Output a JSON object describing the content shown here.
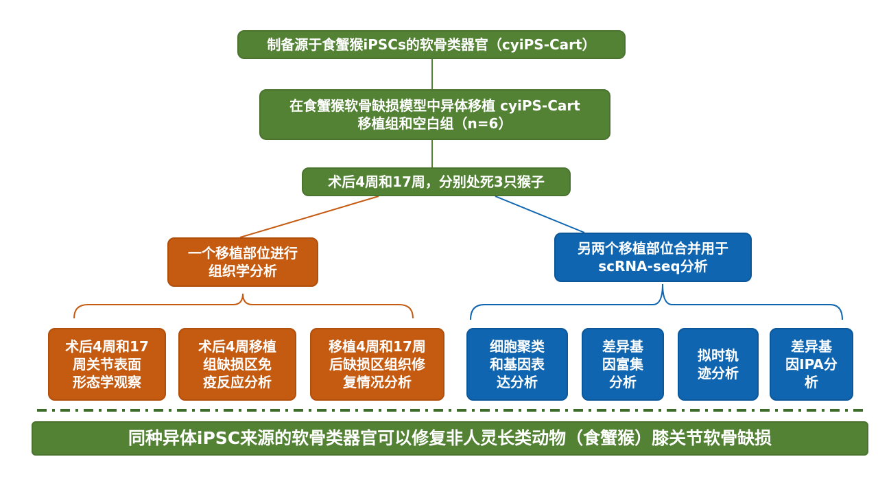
{
  "top": {
    "step1": "制备源于食蟹猴iPSCs的软骨类器官（cyiPS-Cart）",
    "step2_line1": "在食蟹猴软骨缺损模型中异体移植 cyiPS-Cart",
    "step2_line2": "移植组和空白组（n=6）",
    "step3": "术后4周和17周，分别处死3只猴子"
  },
  "left_branch": {
    "title_line1": "一个移植部位进行",
    "title_line2": "组织学分析",
    "items": [
      {
        "lines": [
          "术后4周和17",
          "周关节表面",
          "形态学观察"
        ]
      },
      {
        "lines": [
          "术后4周移植",
          "组缺损区免",
          "疫反应分析"
        ]
      },
      {
        "lines": [
          "移植4周和17周",
          "后缺损区组织修",
          "复情况分析"
        ]
      }
    ]
  },
  "right_branch": {
    "title_line1": "另两个移植部位合并用于",
    "title_line2": "scRNA-seq分析",
    "items": [
      {
        "lines": [
          "细胞聚类",
          "和基因表",
          "达分析"
        ]
      },
      {
        "lines": [
          "差异基",
          "因富集",
          "分析"
        ]
      },
      {
        "lines": [
          "拟时轨",
          "迹分析"
        ]
      },
      {
        "lines": [
          "差异基",
          "因IPA分",
          "析"
        ]
      }
    ]
  },
  "conclusion": "同种异体iPSC来源的软骨类器官可以修复非人灵长类动物（食蟹猴）膝关节软骨缺损",
  "colors": {
    "green": "#548235",
    "orange": "#c55a11",
    "blue": "#0f65b0"
  }
}
